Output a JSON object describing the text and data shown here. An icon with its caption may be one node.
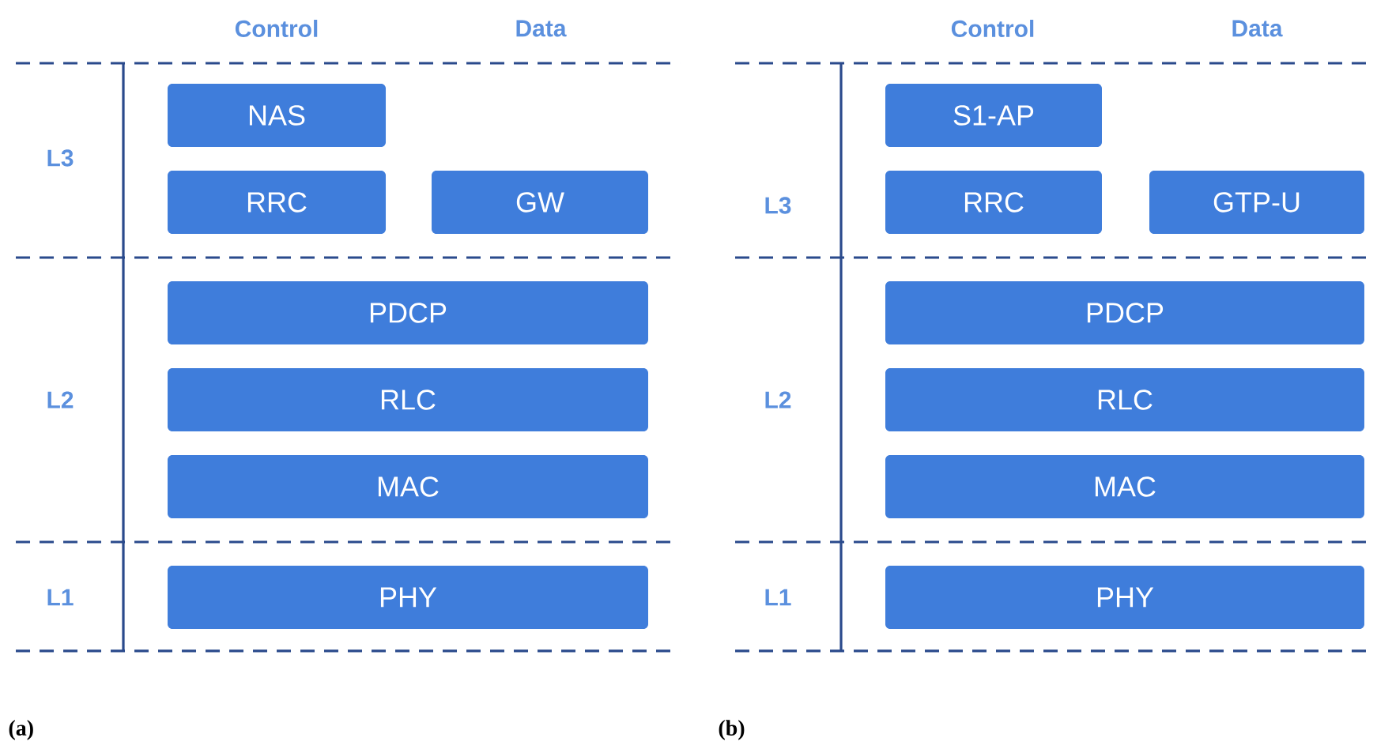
{
  "diagram": {
    "nodes": [
      {
        "text": [
          "NAS"
        ]
      },
      {
        "text": [
          "RRC"
        ]
      },
      {
        "text": [
          "GW"
        ]
      },
      {
        "text": [
          "PDCP"
        ]
      },
      {
        "text": [
          "RLC"
        ]
      },
      {
        "text": [
          "MAC"
        ]
      },
      {
        "text": [
          "PHY"
        ]
      },
      {
        "text": [
          "S1-AP"
        ]
      },
      {
        "text": [
          "RRC"
        ]
      },
      {
        "text": [
          "GTP-U"
        ]
      },
      {
        "text": [
          "PDCP"
        ]
      },
      {
        "text": [
          "RLC"
        ]
      },
      {
        "text": [
          "MAC"
        ]
      },
      {
        "text": [
          "PHY"
        ]
      }
    ],
    "labels": [
      "Control",
      "Data",
      "Control",
      "Data",
      "L3",
      "L3",
      "L2",
      "L2",
      "L1",
      "L1",
      "(a)",
      "(b)"
    ]
  }
}
